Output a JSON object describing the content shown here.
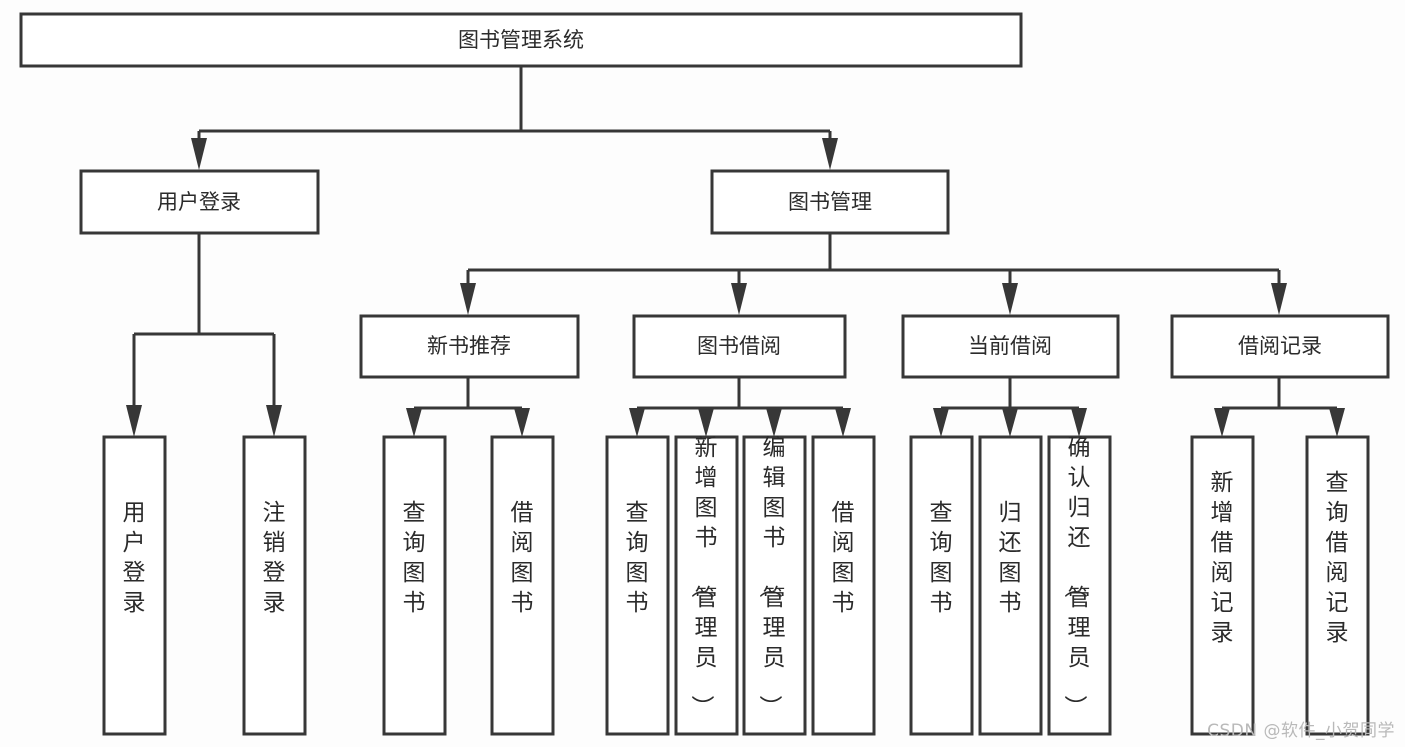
{
  "diagram": {
    "type": "tree",
    "orientation": "top-down",
    "title": "图书管理系统",
    "root": {
      "label": "图书管理系统"
    },
    "level1": [
      {
        "label": "用户登录"
      },
      {
        "label": "图书管理"
      }
    ],
    "level2": [
      {
        "label": "新书推荐",
        "parent": "图书管理"
      },
      {
        "label": "图书借阅",
        "parent": "图书管理"
      },
      {
        "label": "当前借阅",
        "parent": "图书管理"
      },
      {
        "label": "借阅记录",
        "parent": "图书管理"
      }
    ],
    "leaves": {
      "user_login": [
        "用户登录",
        "注销登录"
      ],
      "new_book": [
        "查询图书",
        "借阅图书"
      ],
      "book_borrow": [
        "查询图书",
        "新增图书（管理员）",
        "编辑图书（管理员）",
        "借阅图书"
      ],
      "current_borrow": [
        "查询图书",
        "归还图书",
        "确认归还（管理员）"
      ],
      "borrow_record": [
        "新增借阅记录",
        "查询借阅记录"
      ]
    }
  },
  "watermark": {
    "text": "CSDN @软件_小贺同学"
  },
  "colors": {
    "line": "#373737",
    "box_fill": "#ffffff",
    "text": "#2b2b2b",
    "background": "#fdfdfd",
    "watermark": "#b9b9b9"
  }
}
